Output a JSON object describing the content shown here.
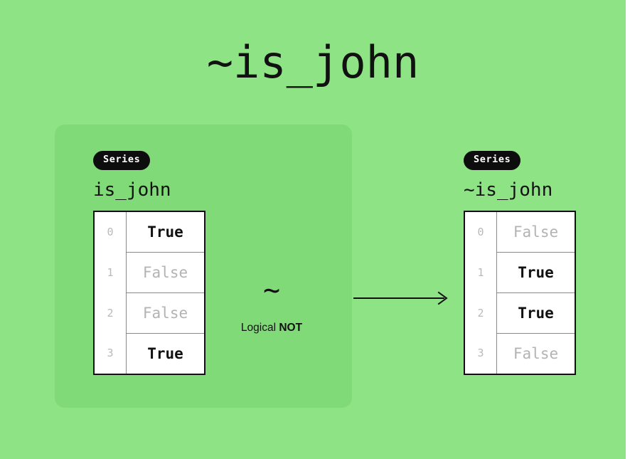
{
  "page": {
    "title": "~is_john",
    "background_color": "#8ee484",
    "panel_color": "#80da77",
    "accent_color": "#0d0d0d",
    "true_color": "#111111",
    "false_color": "#b3b3b3"
  },
  "source": {
    "badge": "Series",
    "name": "is_john",
    "rows": [
      {
        "index": "0",
        "value": "True",
        "state": "true"
      },
      {
        "index": "1",
        "value": "False",
        "state": "false"
      },
      {
        "index": "2",
        "value": "False",
        "state": "false"
      },
      {
        "index": "3",
        "value": "True",
        "state": "true"
      }
    ]
  },
  "operator": {
    "symbol": "~",
    "caption_word": "Logical ",
    "caption_name": "NOT",
    "arrow": "arrow-right"
  },
  "result": {
    "badge": "Series",
    "name": "~is_john",
    "rows": [
      {
        "index": "0",
        "value": "False",
        "state": "false"
      },
      {
        "index": "1",
        "value": "True",
        "state": "true"
      },
      {
        "index": "2",
        "value": "True",
        "state": "true"
      },
      {
        "index": "3",
        "value": "False",
        "state": "false"
      }
    ]
  }
}
